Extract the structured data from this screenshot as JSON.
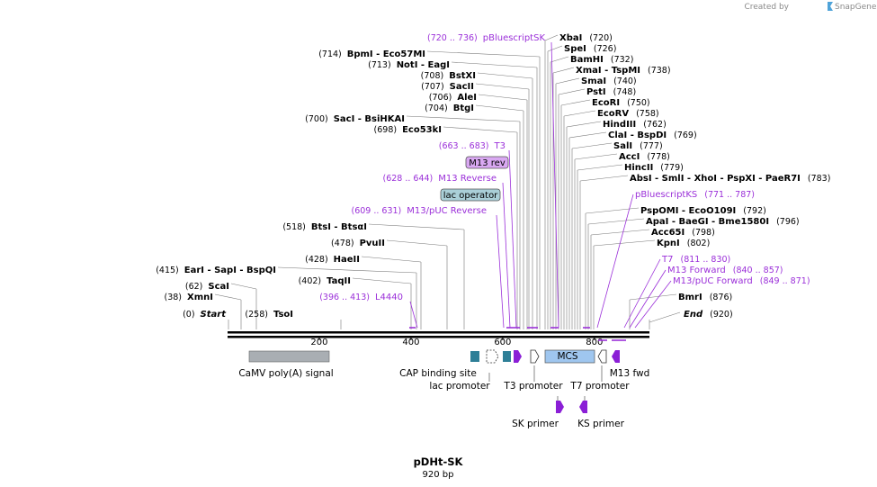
{
  "credit": {
    "prefix": "Created by",
    "brand": "SnapGene"
  },
  "plasmid": {
    "name": "pDHt-SK",
    "length": "920 bp"
  },
  "axis": {
    "ticks": [
      "200",
      "400",
      "600",
      "800"
    ]
  },
  "sites": [
    {
      "id": "start",
      "pos": "(0)",
      "name": "Start",
      "italic": true,
      "anchor": "l"
    },
    {
      "id": "xmni",
      "pos": "(38)",
      "name": "XmnI",
      "anchor": "l"
    },
    {
      "id": "scai",
      "pos": "(62)",
      "name": "ScaI",
      "anchor": "l"
    },
    {
      "id": "tsoi",
      "pos": "(258)",
      "name": "TsoI",
      "anchor": "l"
    },
    {
      "id": "taqii",
      "pos": "(402)",
      "name": "TaqII",
      "anchor": "l"
    },
    {
      "id": "earl",
      "pos": "(415)",
      "name": "EarI   - SapI   - BspQI",
      "anchor": "l"
    },
    {
      "id": "haeii",
      "pos": "(428)",
      "name": "HaeII",
      "anchor": "l"
    },
    {
      "id": "pvuii",
      "pos": "(478)",
      "name": "PvuII",
      "anchor": "l"
    },
    {
      "id": "btsi",
      "pos": "(518)",
      "name": "BtsI   - BtsαI",
      "anchor": "l"
    },
    {
      "id": "eco53ki",
      "pos": "(698)",
      "name": "Eco53kI",
      "anchor": "l"
    },
    {
      "id": "saci",
      "pos": "(700)",
      "name": "SacI   - BsiHKAI",
      "anchor": "l"
    },
    {
      "id": "btgi",
      "pos": "(704)",
      "name": "BtgI",
      "anchor": "l"
    },
    {
      "id": "alei",
      "pos": "(706)",
      "name": "AleI",
      "anchor": "l"
    },
    {
      "id": "sacii",
      "pos": "(707)",
      "name": "SacII",
      "anchor": "l"
    },
    {
      "id": "bstxi",
      "pos": "(708)",
      "name": "BstXI",
      "anchor": "l"
    },
    {
      "id": "noti",
      "pos": "(713)",
      "name": "NotI   - EagI",
      "anchor": "l"
    },
    {
      "id": "bpmi",
      "pos": "(714)",
      "name": "BpmI   - Eco57MI",
      "anchor": "l"
    },
    {
      "id": "xbai",
      "pos": "(720)",
      "name": "XbaI",
      "anchor": "r"
    },
    {
      "id": "spei",
      "pos": "(726)",
      "name": "SpeI",
      "anchor": "r"
    },
    {
      "id": "bamhi",
      "pos": "(732)",
      "name": "BamHI",
      "anchor": "r"
    },
    {
      "id": "xmai",
      "pos": "(738)",
      "name": "XmaI   - TspMI",
      "anchor": "r"
    },
    {
      "id": "smai",
      "pos": "(740)",
      "name": "SmaI",
      "anchor": "r"
    },
    {
      "id": "psti",
      "pos": "(748)",
      "name": "PstI",
      "anchor": "r"
    },
    {
      "id": "ecori",
      "pos": "(750)",
      "name": "EcoRI",
      "anchor": "r"
    },
    {
      "id": "ecorv",
      "pos": "(758)",
      "name": "EcoRV",
      "anchor": "r"
    },
    {
      "id": "hindiii",
      "pos": "(762)",
      "name": "HindIII",
      "anchor": "r"
    },
    {
      "id": "clai",
      "pos": "(769)",
      "name": "ClaI   - BspDI",
      "anchor": "r"
    },
    {
      "id": "sali",
      "pos": "(777)",
      "name": "SalI",
      "anchor": "r"
    },
    {
      "id": "acci",
      "pos": "(778)",
      "name": "AccI",
      "anchor": "r"
    },
    {
      "id": "hincii",
      "pos": "(779)",
      "name": "HincII",
      "anchor": "r"
    },
    {
      "id": "absi",
      "pos": "(783)",
      "name": "AbsI   - SmlI   - XhoI   - PspXI   - PaeR7I",
      "anchor": "r"
    },
    {
      "id": "pspomi",
      "pos": "(792)",
      "name": "PspOMI   - EcoO109I",
      "anchor": "r"
    },
    {
      "id": "apai",
      "pos": "(796)",
      "name": "ApaI   - BaeGI   - Bme1580I",
      "anchor": "r"
    },
    {
      "id": "acc65i",
      "pos": "(798)",
      "name": "Acc65I",
      "anchor": "r"
    },
    {
      "id": "kpni",
      "pos": "(802)",
      "name": "KpnI",
      "anchor": "r"
    },
    {
      "id": "bmri",
      "pos": "(876)",
      "name": "BmrI",
      "anchor": "r"
    },
    {
      "id": "end",
      "pos": "(920)",
      "name": "End",
      "italic": true,
      "anchor": "r"
    }
  ],
  "primers": [
    {
      "id": "l4440",
      "name": "L4440",
      "range": "(396 .. 413)",
      "anchor": "l"
    },
    {
      "id": "m13puc-rev",
      "name": "M13/pUC Reverse",
      "range": "(609 .. 631)",
      "anchor": "l"
    },
    {
      "id": "m13-reverse",
      "name": "M13 Reverse",
      "range": "(628 .. 644)",
      "anchor": "l"
    },
    {
      "id": "t3",
      "name": "T3",
      "range": "(663 .. 683)",
      "anchor": "l"
    },
    {
      "id": "pbluescriptsk",
      "name": "pBluescriptSK",
      "range": "(720 .. 736)",
      "anchor": "l"
    },
    {
      "id": "pbluescriptks",
      "name": "pBluescriptKS",
      "range": "(771 .. 787)",
      "anchor": "r"
    },
    {
      "id": "t7",
      "name": "T7",
      "range": "(811 .. 830)",
      "anchor": "r"
    },
    {
      "id": "m13-forward",
      "name": "M13 Forward",
      "range": "(840 .. 857)",
      "anchor": "r"
    },
    {
      "id": "m13puc-fwd",
      "name": "M13/pUC Forward",
      "range": "(849 .. 871)",
      "anchor": "r"
    }
  ],
  "boxes": {
    "m13rev": "M13 rev",
    "lacop": "lac operator"
  },
  "features": {
    "camv": "CaMV poly(A) signal",
    "cap": "CAP binding site",
    "lac": "lac promoter",
    "t3p": "T3 promoter",
    "mcs": "MCS",
    "t7p": "T7 promoter",
    "m13fwd": "M13 fwd",
    "skprimer": "SK primer",
    "ksprimer": "KS primer"
  },
  "colors": {
    "primer": "#9b30d9",
    "teal": "#2e7f97",
    "gray_feature": "#a9aeb3",
    "mcs": "#9fc6ef",
    "purple": "#8b1fd6",
    "violet_box": "#d9a8f2",
    "lac_box": "#aacfd8"
  }
}
